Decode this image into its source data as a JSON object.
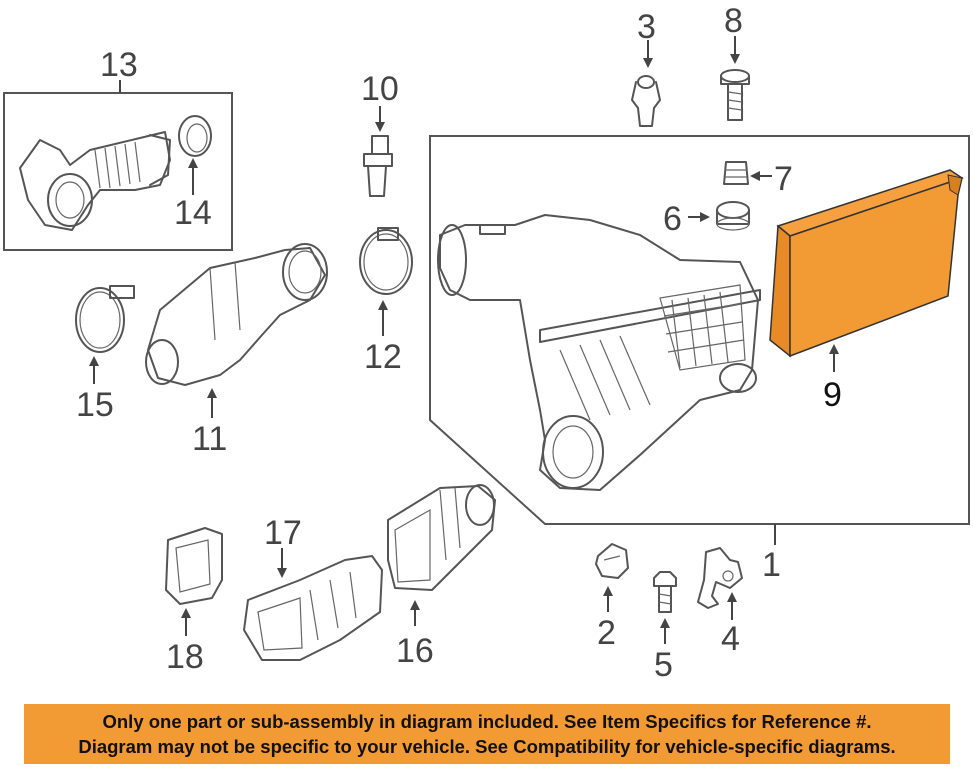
{
  "labels": {
    "p1": "1",
    "p2": "2",
    "p3": "3",
    "p4": "4",
    "p5": "5",
    "p6": "6",
    "p7": "7",
    "p8": "8",
    "p9": "9",
    "p10": "10",
    "p11": "11",
    "p12": "12",
    "p13": "13",
    "p14": "14",
    "p15": "15",
    "p16": "16",
    "p17": "17",
    "p18": "18"
  },
  "highlight_color": "#f29a33",
  "notice": {
    "line1": "Only one part or sub-assembly in diagram included. See Item Specifics for Reference #.",
    "line2": "Diagram may not be specific to your vehicle. See Compatibility for vehicle-specific diagrams."
  }
}
